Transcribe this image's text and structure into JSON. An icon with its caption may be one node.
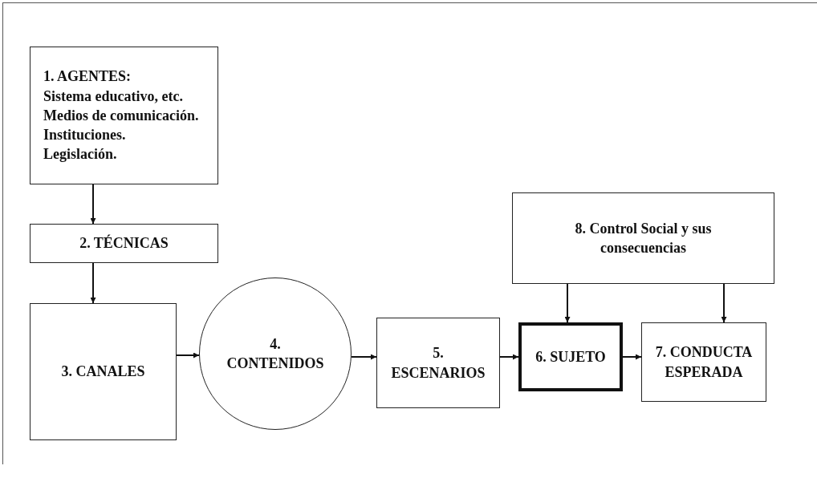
{
  "diagram": {
    "nodes": [
      {
        "text": [
          "1. AGENTES:",
          "Sistema educativo, etc.",
          "Medios de comunicación.",
          "Instituciones.",
          "Legislación."
        ]
      },
      {
        "text": [
          "2. TÉCNICAS"
        ]
      },
      {
        "text": [
          "3. CANALES"
        ]
      },
      {
        "text": [
          "4. CONTENIDOS"
        ]
      },
      {
        "text": [
          "5. ESCENARIOS"
        ]
      },
      {
        "text": [
          "6. SUJETO"
        ]
      },
      {
        "text": [
          "7. CONDUCTA ESPERADA"
        ]
      },
      {
        "text": [
          "8. Control Social y sus consecuencias"
        ]
      }
    ],
    "edges": [
      {
        "from": 0,
        "to": 1,
        "arrow": "to"
      },
      {
        "from": 1,
        "to": 2,
        "arrow": "to"
      },
      {
        "from": 2,
        "to": 3,
        "arrow": "to"
      },
      {
        "from": 3,
        "to": 4,
        "arrow": "to"
      },
      {
        "from": 4,
        "to": 5,
        "arrow": "to"
      },
      {
        "from": 5,
        "to": 6,
        "arrow": "to"
      },
      {
        "from": 7,
        "to": 5,
        "arrow": "to"
      },
      {
        "from": 7,
        "to": 6,
        "arrow": "to"
      }
    ]
  }
}
